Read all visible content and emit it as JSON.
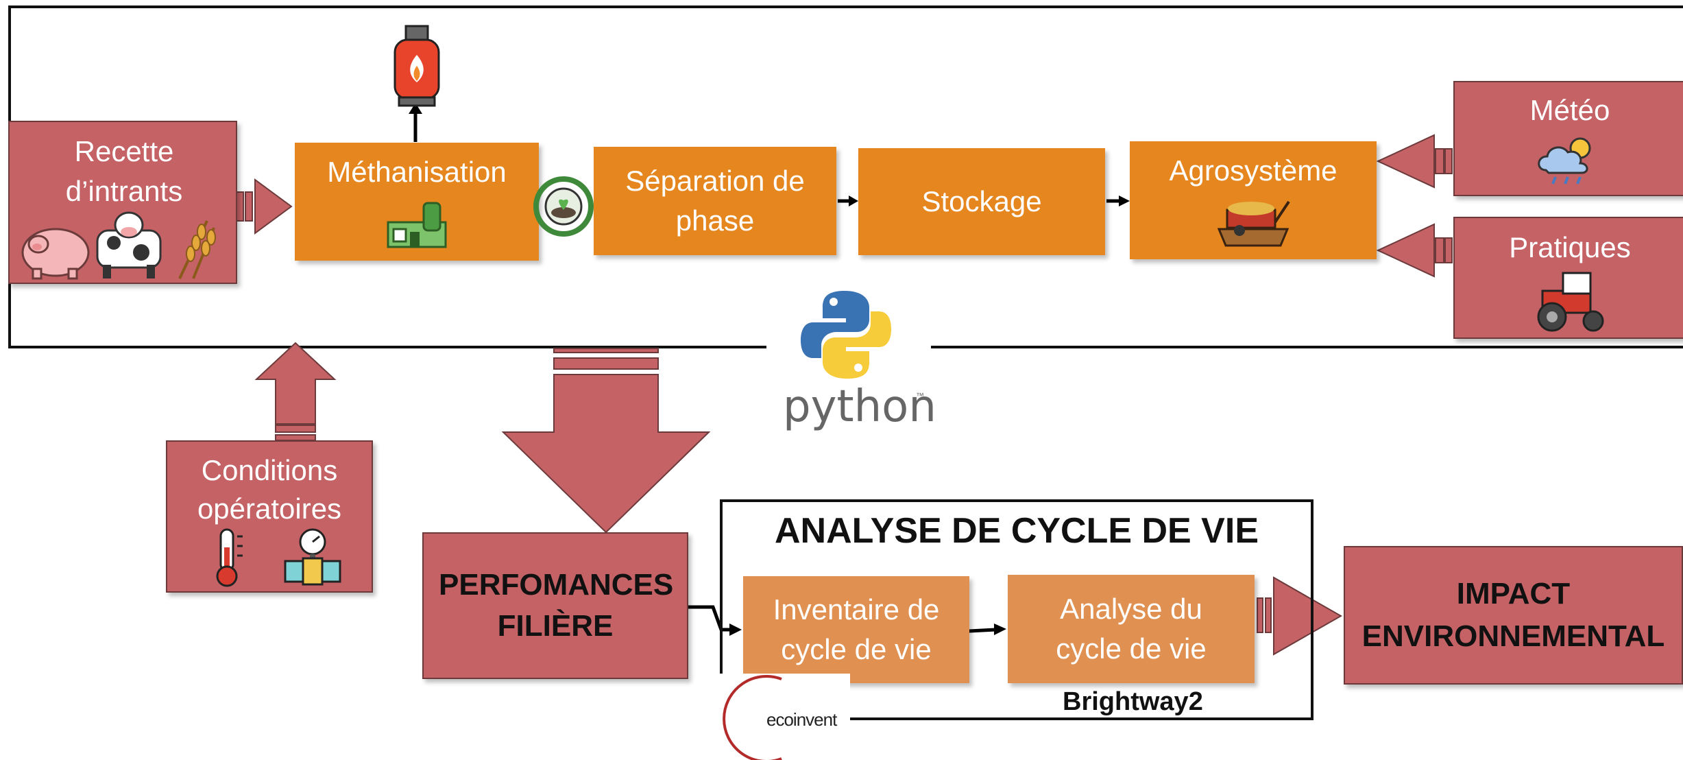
{
  "top_process": {
    "recette": "Recette d’intrants",
    "methanisation": "Méthanisation",
    "separation": "Séparation de phase",
    "stockage": "Stockage",
    "agrosysteme": "Agrosystème",
    "meteo": "Météo",
    "pratiques": "Pratiques"
  },
  "conditions": "Conditions opératoires",
  "performances": "PERFOMANCES FILIÈRE",
  "acv": {
    "title": "ANALYSE DE CYCLE DE VIE",
    "inventaire": "Inventaire de cycle de vie",
    "analyse": "Analyse du cycle de vie",
    "brightway": "Brightway2",
    "ecoinvent": "ecoinvent"
  },
  "impact": "IMPACT ENVIRONNEMENTAL",
  "python_logo_text": "python",
  "colors": {
    "red_box": "#c46266",
    "orange_box": "#e5861f",
    "orange_light": "#e09050"
  },
  "icons": [
    "gas-cylinder-icon",
    "biogas-plant-icon",
    "recycle-digestate-icon",
    "pig-icon",
    "cow-icon",
    "wheat-icon",
    "field-trailer-icon",
    "weather-icon",
    "tractor-icon",
    "thermometer-icon",
    "pressure-gauge-icon",
    "python-logo"
  ]
}
